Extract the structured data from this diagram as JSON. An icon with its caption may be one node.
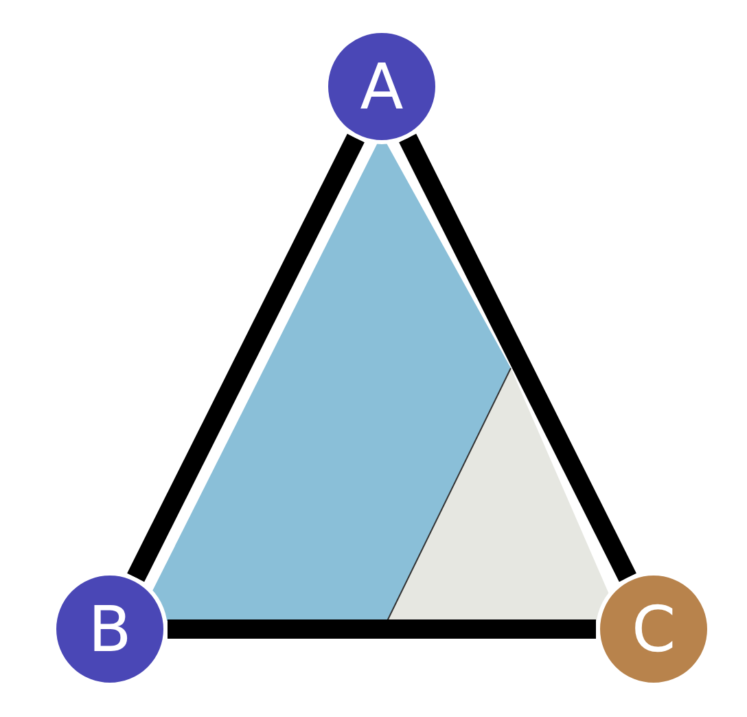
{
  "diagram": {
    "nodes": [
      {
        "text": [
          "A"
        ]
      },
      {
        "text": [
          "B"
        ]
      },
      {
        "text": [
          "C"
        ]
      }
    ],
    "edges": [
      {
        "from": 0,
        "to": 1,
        "arrow": "none"
      },
      {
        "from": 1,
        "to": 2,
        "arrow": "none"
      },
      {
        "from": 2,
        "to": 0,
        "arrow": "none"
      }
    ]
  }
}
